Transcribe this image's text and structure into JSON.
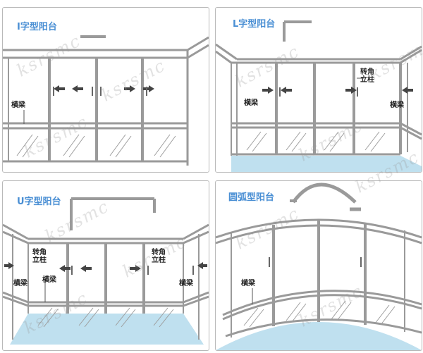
{
  "panels": {
    "i_type": {
      "title": "I字型阳台",
      "beam_label": "横梁"
    },
    "l_type": {
      "title": "L字型阳台",
      "beam_label": "横梁",
      "beam_label_right": "横梁",
      "corner_label": "转角\n立柱"
    },
    "u_type": {
      "title": "U字型阳台",
      "beam_label": "横梁",
      "beam_label_left": "横梁",
      "beam_label_right": "横梁",
      "corner_label_left": "转角\n立柱",
      "corner_label_right": "转角\n立柱"
    },
    "arc_type": {
      "title": "圆弧型阳台",
      "beam_label": "横梁"
    }
  },
  "watermark": "ksrsmc",
  "colors": {
    "title": "#4a8fd4",
    "frame": "#9a9a9a",
    "floor": "#bfe0ef",
    "glass": "#999999"
  }
}
